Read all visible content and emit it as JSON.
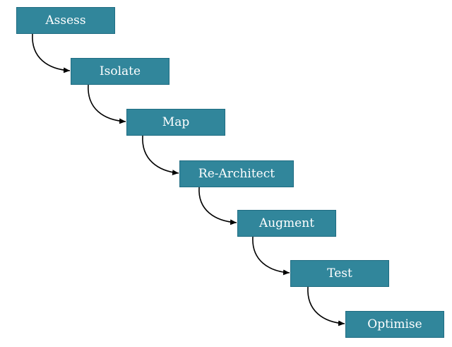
{
  "diagram": {
    "box_color": "#31869b",
    "arrow_color": "#000000",
    "steps": [
      {
        "label": "Assess"
      },
      {
        "label": "Isolate"
      },
      {
        "label": "Map"
      },
      {
        "label": "Re-Architect"
      },
      {
        "label": "Augment"
      },
      {
        "label": "Test"
      },
      {
        "label": "Optimise"
      }
    ]
  }
}
